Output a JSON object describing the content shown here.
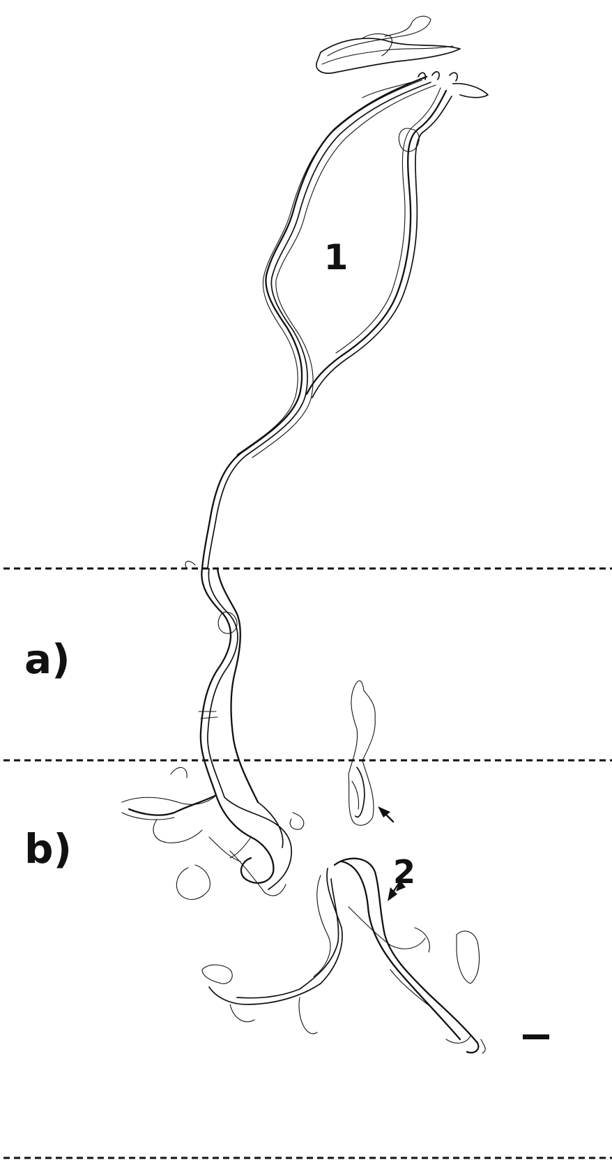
{
  "labels": {
    "cell_1": "1",
    "cell_2": "2",
    "layer_a": "a)",
    "layer_b": "b)"
  },
  "colors": {
    "ink": "#111111",
    "background": "#ffffff"
  }
}
